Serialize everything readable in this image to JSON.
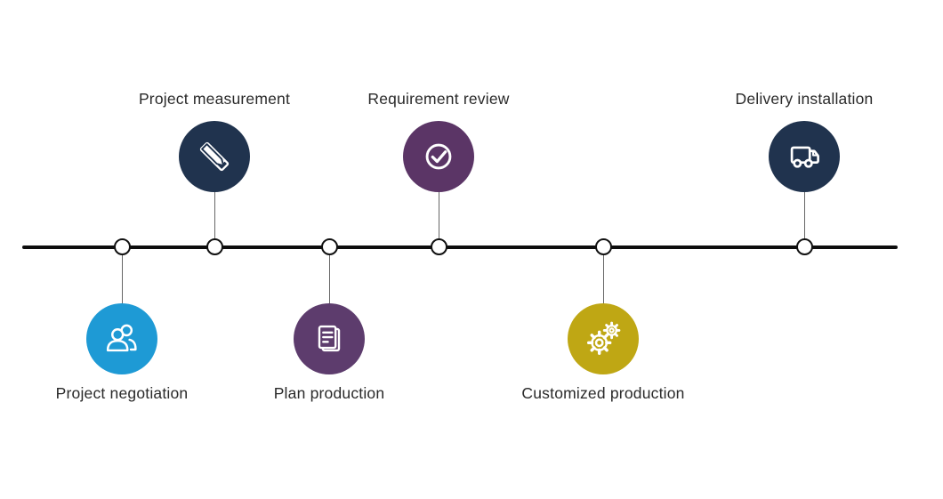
{
  "diagram": {
    "type": "process-timeline",
    "timeline": {
      "line_color": "#0d0d0d",
      "node_dot_fill": "#ffffff",
      "node_dot_border": "#111111",
      "connector_color": "#666666"
    },
    "steps": [
      {
        "label": "Project negotiation",
        "icon": "people-icon",
        "color": "#1e9ad5",
        "side": "below"
      },
      {
        "label": "Project measurement",
        "icon": "ruler-pencil-icon",
        "color": "#20334e",
        "side": "above"
      },
      {
        "label": "Plan production",
        "icon": "document-icon",
        "color": "#5d3c6d",
        "side": "below"
      },
      {
        "label": "Requirement review",
        "icon": "check-circle-icon",
        "color": "#5b3566",
        "side": "above"
      },
      {
        "label": "Customized production",
        "icon": "gears-icon",
        "color": "#bfa714",
        "side": "below"
      },
      {
        "label": "Delivery installation",
        "icon": "truck-icon",
        "color": "#20334e",
        "side": "above"
      }
    ]
  }
}
